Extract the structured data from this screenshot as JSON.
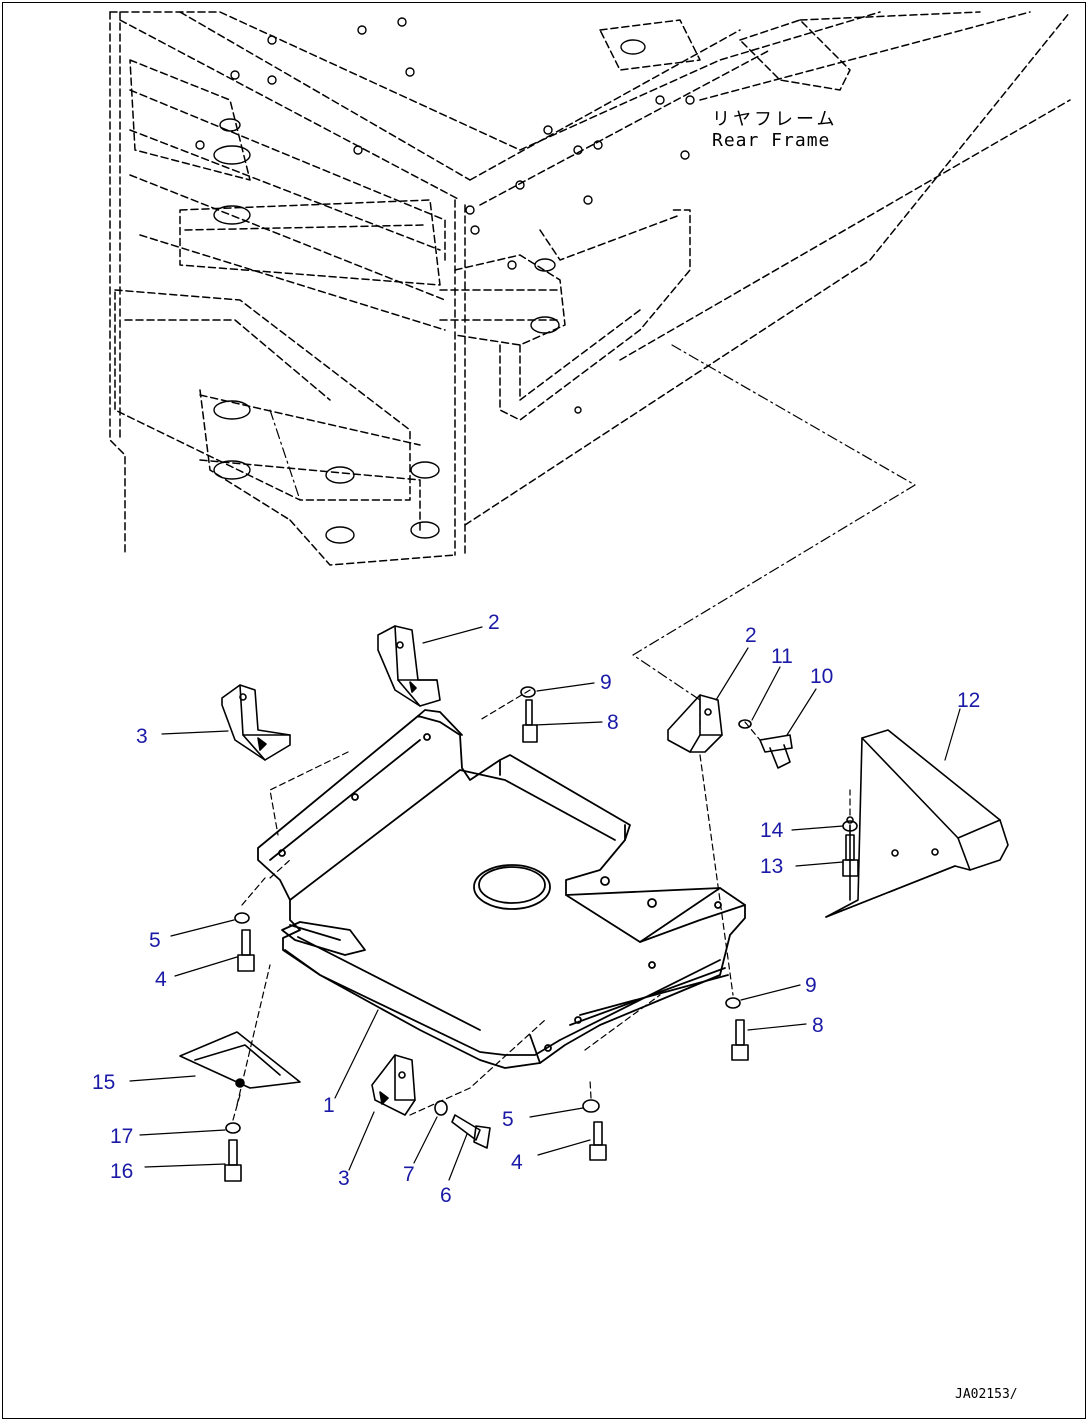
{
  "frame_label": {
    "jp": "リヤフレーム",
    "en": "Rear Frame"
  },
  "drawing_code": "JA02153/",
  "callouts": [
    "1",
    "2",
    "2",
    "3",
    "3",
    "4",
    "4",
    "5",
    "5",
    "6",
    "7",
    "8",
    "8",
    "9",
    "9",
    "10",
    "11",
    "12",
    "13",
    "14",
    "15",
    "16",
    "17"
  ],
  "colors": {
    "callout": "#1a1aa6",
    "line": "#000000"
  }
}
